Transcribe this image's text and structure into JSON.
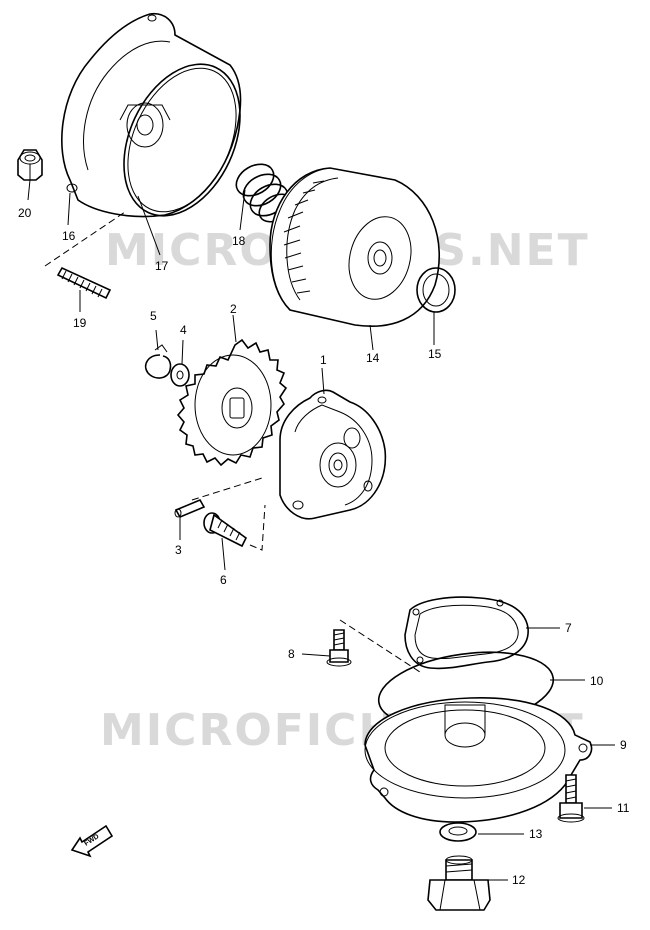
{
  "watermark": "MICROFICHES.NET",
  "fwd_label": "FWD",
  "parts": [
    {
      "id": "p1",
      "label": "1"
    },
    {
      "id": "p2",
      "label": "2"
    },
    {
      "id": "p3",
      "label": "3"
    },
    {
      "id": "p4",
      "label": "4"
    },
    {
      "id": "p5",
      "label": "5"
    },
    {
      "id": "p6",
      "label": "6"
    },
    {
      "id": "p7",
      "label": "7"
    },
    {
      "id": "p8",
      "label": "8"
    },
    {
      "id": "p9",
      "label": "9"
    },
    {
      "id": "p10",
      "label": "10"
    },
    {
      "id": "p11",
      "label": "11"
    },
    {
      "id": "p12",
      "label": "12"
    },
    {
      "id": "p13",
      "label": "13"
    },
    {
      "id": "p14",
      "label": "14"
    },
    {
      "id": "p15",
      "label": "15"
    },
    {
      "id": "p16",
      "label": "16"
    },
    {
      "id": "p17",
      "label": "17"
    },
    {
      "id": "p18",
      "label": "18"
    },
    {
      "id": "p19",
      "label": "19"
    },
    {
      "id": "p20",
      "label": "20"
    }
  ]
}
